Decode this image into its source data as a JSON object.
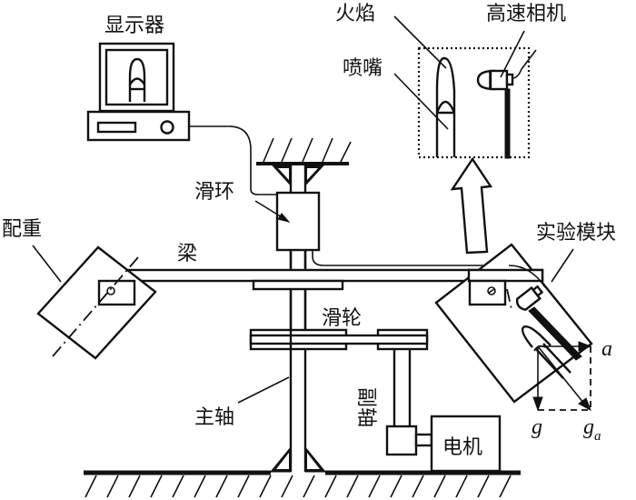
{
  "figure": {
    "type": "experimental apparatus schematic",
    "labels": {
      "display": "显示器",
      "flame": "火焰",
      "nozzle": "喷嘴",
      "high_speed_camera": "高速相机",
      "slip_ring": "滑环",
      "counterweight": "配重",
      "beam": "梁",
      "experiment_module": "实验模块",
      "pulley": "滑轮",
      "auxiliary_shaft": "副轴",
      "main_shaft": "主轴",
      "motor": "电机"
    },
    "vectors": {
      "centripetal_acceleration": "a",
      "gravity": "g",
      "resultant": "g",
      "resultant_subscript": "a"
    }
  }
}
